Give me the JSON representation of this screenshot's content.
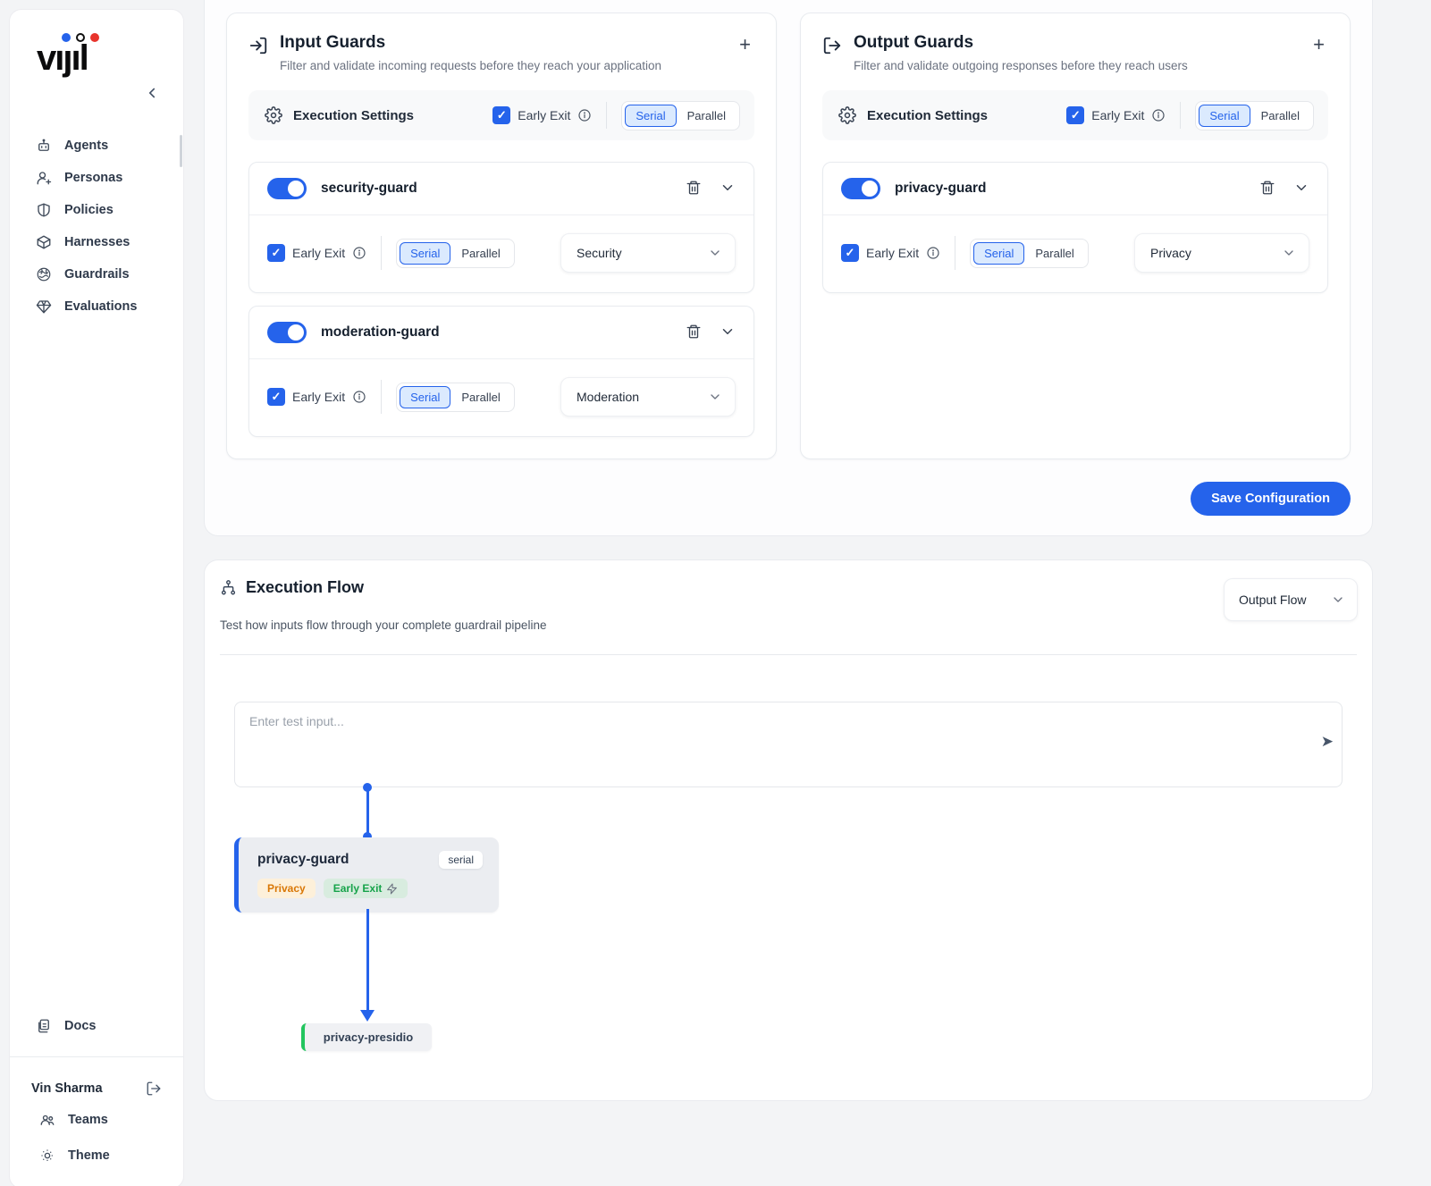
{
  "palette": {
    "accent_blue": "#2563eb",
    "selected_seg_bg": "#dbeafe",
    "flow_green": "#22c55e",
    "badge_orange_text": "#d97706",
    "badge_green_text": "#16a34a"
  },
  "sidebar": {
    "logo_text": "vijil",
    "nav": [
      {
        "label": "Agents"
      },
      {
        "label": "Personas"
      },
      {
        "label": "Policies"
      },
      {
        "label": "Harnesses"
      },
      {
        "label": "Guardrails"
      },
      {
        "label": "Evaluations"
      }
    ],
    "docs_label": "Docs",
    "user_name": "Vin Sharma",
    "footer_nav": [
      {
        "label": "Teams"
      },
      {
        "label": "Theme"
      }
    ]
  },
  "labels": {
    "execution_settings": "Execution Settings",
    "early_exit": "Early Exit",
    "serial": "Serial",
    "parallel": "Parallel",
    "plus": "+",
    "send": "➤",
    "check": "✓"
  },
  "guards_config": {
    "input_panel": {
      "title": "Input Guards",
      "subtitle": "Filter and validate incoming requests before they reach your application",
      "execution_settings": {
        "early_exit_checked": true,
        "mode": "Serial"
      },
      "guards": [
        {
          "name": "security-guard",
          "enabled": true,
          "early_exit": true,
          "mode": "Serial",
          "category": "Security"
        },
        {
          "name": "moderation-guard",
          "enabled": true,
          "early_exit": true,
          "mode": "Serial",
          "category": "Moderation"
        }
      ]
    },
    "output_panel": {
      "title": "Output Guards",
      "subtitle": "Filter and validate outgoing responses before they reach users",
      "execution_settings": {
        "early_exit_checked": true,
        "mode": "Serial"
      },
      "guards": [
        {
          "name": "privacy-guard",
          "enabled": true,
          "early_exit": true,
          "mode": "Serial",
          "category": "Privacy"
        }
      ]
    },
    "save_button_label": "Save Configuration"
  },
  "execution_flow": {
    "title": "Execution Flow",
    "subtitle": "Test how inputs flow through your complete guardrail pipeline",
    "flow_selector_value": "Output Flow",
    "input_placeholder": "Enter test input...",
    "pipeline": {
      "guard_node": {
        "name": "privacy-guard",
        "mode_badge": "serial",
        "category_badge": "Privacy",
        "early_exit_badge": "Early Exit"
      },
      "detector_node": {
        "name": "privacy-presidio"
      }
    }
  }
}
